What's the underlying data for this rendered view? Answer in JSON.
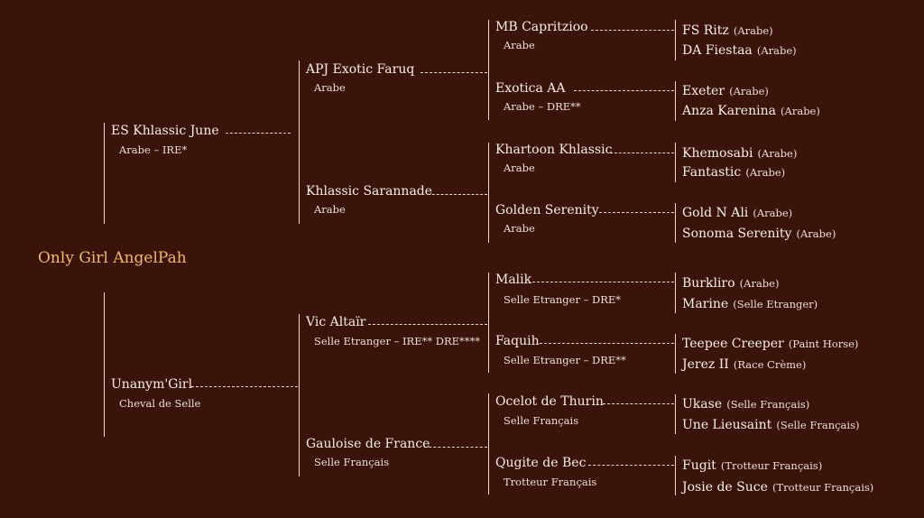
{
  "root": {
    "name": "Only Girl AngelPah"
  },
  "gen1": [
    {
      "name": "ES Khlassic June",
      "sub": "Arabe  –  IRE*"
    },
    {
      "name": "Unanym'Girl",
      "sub": "Cheval de Selle"
    }
  ],
  "gen2": [
    {
      "name": "APJ Exotic Faruq",
      "sub": "Arabe"
    },
    {
      "name": "Khlassic Sarannade",
      "sub": "Arabe"
    },
    {
      "name": "Vic Altaïr",
      "sub": "Selle Etranger  –  IRE** DRE****"
    },
    {
      "name": "Gauloise de France",
      "sub": "Selle Français"
    }
  ],
  "gen3": [
    {
      "name": "MB Capritzioo",
      "sub": "Arabe"
    },
    {
      "name": "Exotica AA",
      "sub": "Arabe  –  DRE**"
    },
    {
      "name": "Khartoon Khlassic",
      "sub": "Arabe"
    },
    {
      "name": "Golden Serenity",
      "sub": "Arabe"
    },
    {
      "name": "Malik",
      "sub": "Selle Etranger  –  DRE*"
    },
    {
      "name": "Faquih",
      "sub": "Selle Etranger  –  DRE**"
    },
    {
      "name": "Ocelot de Thurin",
      "sub": "Selle Français"
    },
    {
      "name": "Qugite de Bec",
      "sub": "Trotteur Français"
    }
  ],
  "gen4": [
    {
      "name": "FS Ritz",
      "breed": "(Arabe)"
    },
    {
      "name": "DA Fiestaa",
      "breed": "(Arabe)"
    },
    {
      "name": "Exeter",
      "breed": "(Arabe)"
    },
    {
      "name": "Anza Karenina",
      "breed": "(Arabe)"
    },
    {
      "name": "Khemosabi",
      "breed": "(Arabe)"
    },
    {
      "name": "Fantastic",
      "breed": "(Arabe)"
    },
    {
      "name": "Gold N Ali",
      "breed": "(Arabe)"
    },
    {
      "name": "Sonoma Serenity",
      "breed": "(Arabe)"
    },
    {
      "name": "Burkliro",
      "breed": "(Arabe)"
    },
    {
      "name": "Marine",
      "breed": "(Selle Etranger)"
    },
    {
      "name": "Teepee Creeper",
      "breed": "(Paint Horse)"
    },
    {
      "name": "Jerez II",
      "breed": "(Race Crème)"
    },
    {
      "name": "Ukase",
      "breed": "(Selle Français)"
    },
    {
      "name": "Une Lieusaint",
      "breed": "(Selle Français)"
    },
    {
      "name": "Fugit",
      "breed": "(Trotteur Français)"
    },
    {
      "name": "Josie de Suce",
      "breed": "(Trotteur Français)"
    }
  ]
}
